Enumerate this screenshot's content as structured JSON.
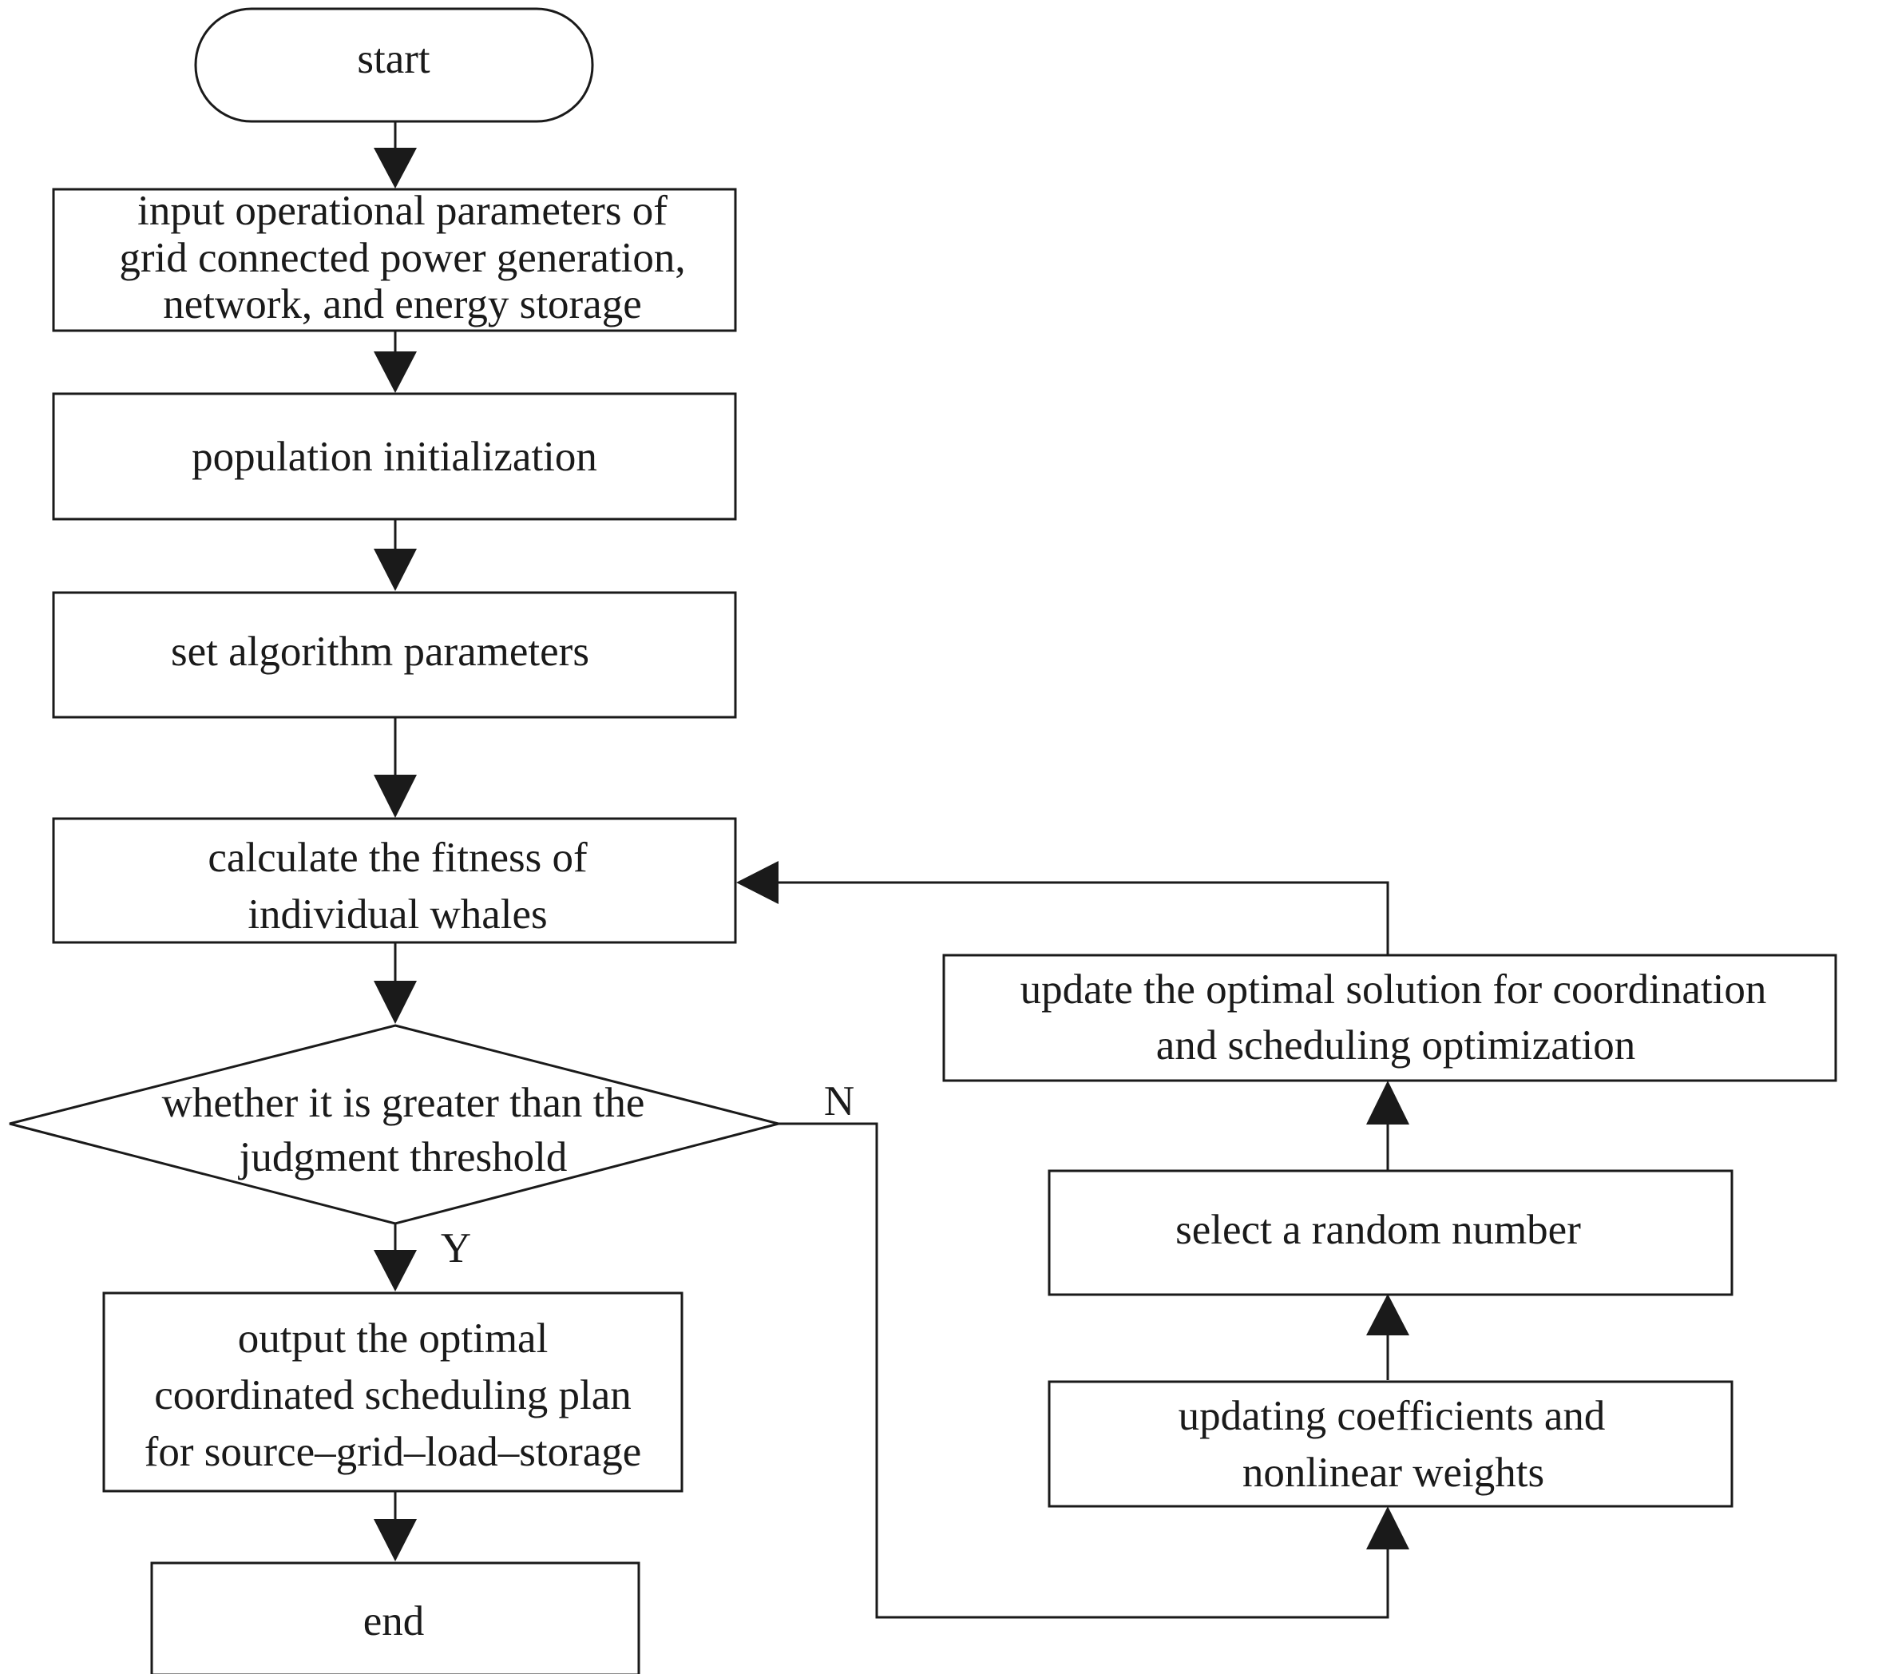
{
  "flowchart": {
    "start": {
      "label": "start"
    },
    "input_params": {
      "lines": [
        "input operational parameters of",
        "grid connected power generation,",
        "network, and energy storage"
      ]
    },
    "population_init": {
      "label": "population initialization"
    },
    "set_params": {
      "label": "set algorithm parameters"
    },
    "calc_fitness": {
      "lines": [
        "calculate the fitness of",
        "individual whales"
      ]
    },
    "threshold_check": {
      "lines": [
        "whether it is greater than the",
        "judgment threshold"
      ]
    },
    "output_plan": {
      "lines": [
        "output the optimal",
        "coordinated scheduling plan",
        "for source–grid–load–storage"
      ]
    },
    "end": {
      "label": "end"
    },
    "update_coefficients": {
      "lines": [
        "updating coefficients and",
        "nonlinear weights"
      ]
    },
    "select_random": {
      "label": "select a random number"
    },
    "update_optimal": {
      "lines": [
        "update the optimal solution for coordination",
        "and scheduling optimization"
      ]
    },
    "branch_no": "N",
    "branch_yes": "Y"
  }
}
